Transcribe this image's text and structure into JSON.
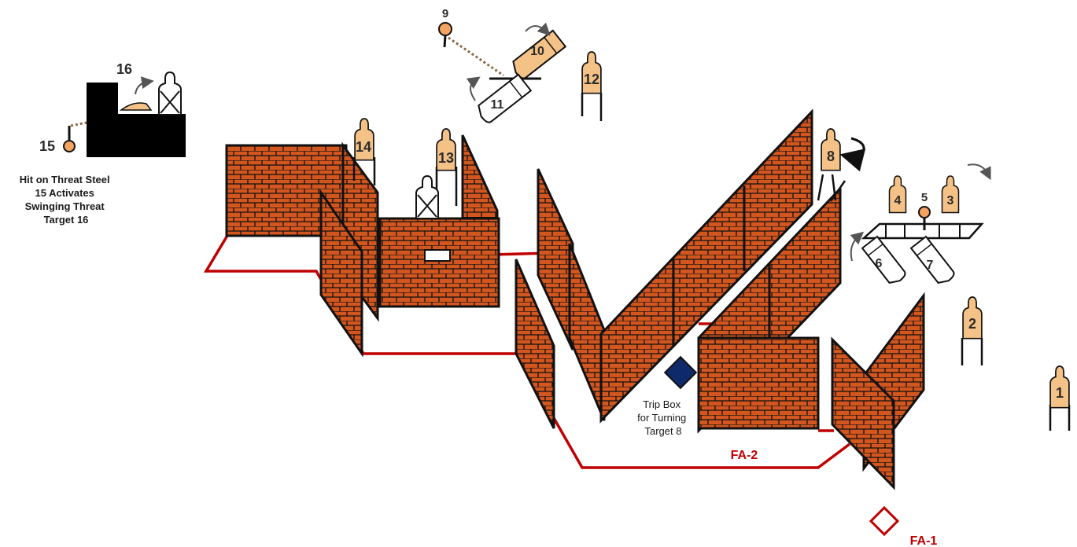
{
  "colors": {
    "brick": "#d2561e",
    "mortar": "#111111",
    "target_fill": "#f4c187",
    "fault_line": "#c00000",
    "trip_box": "#0e2a6b",
    "arrow": "#555555",
    "steel": "#f4a460"
  },
  "targets": {
    "t1": "1",
    "t2": "2",
    "t3": "3",
    "t4": "4",
    "t5": "5",
    "t6": "6",
    "t7": "7",
    "t8": "8",
    "t9": "9",
    "t10": "10",
    "t11": "11",
    "t12": "12",
    "t13": "13",
    "t14": "14",
    "t15": "15",
    "t16": "16"
  },
  "notes": {
    "steel_note": [
      "Hit on Threat Steel",
      "15 Activates",
      "Swinging Threat",
      "Target 16"
    ],
    "trip_box_note": [
      "Trip Box",
      "for Turning",
      "Target 8"
    ]
  },
  "fault_areas": {
    "fa1": "FA-1",
    "fa2": "FA-2"
  },
  "icons": {
    "no_shoot": "no-shoot-x-icon",
    "swing_arrow": "curved-arrow-icon",
    "turn_arrow": "rotation-arrow-icon"
  }
}
